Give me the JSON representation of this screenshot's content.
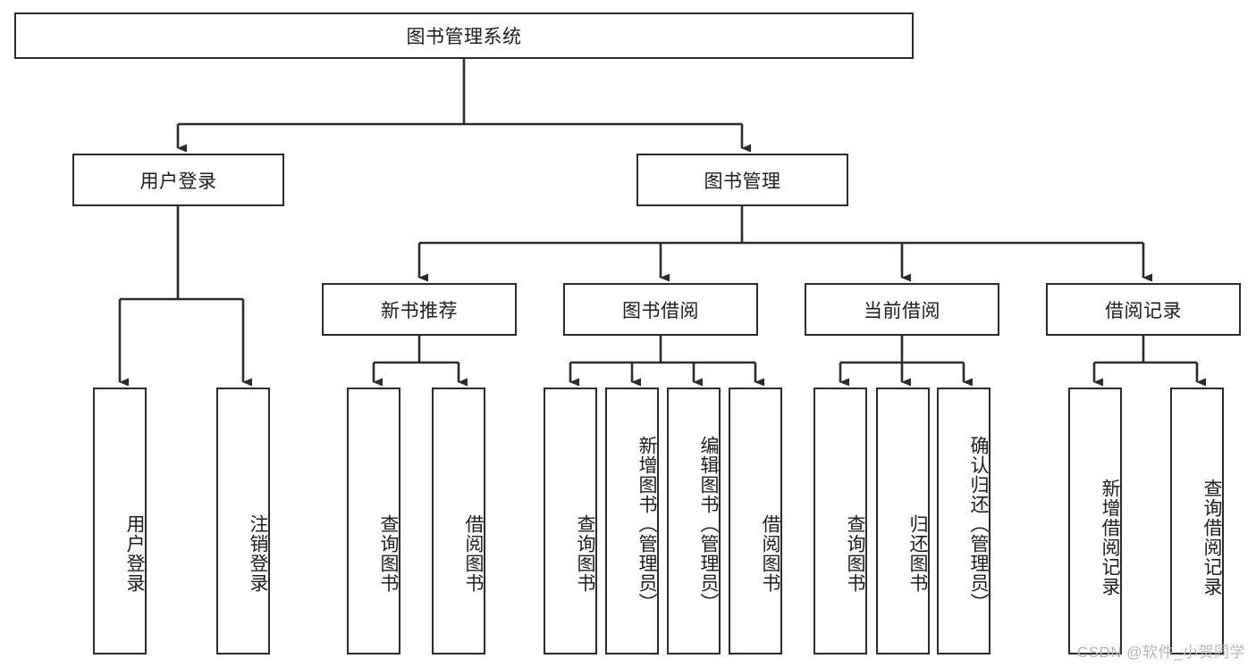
{
  "diagram": {
    "title": "图书管理系统",
    "type": "tree-hierarchy-diagram",
    "watermark": "CSDN @软件_小贺同学",
    "colors": {
      "stroke": "#2b2b2b",
      "fill": "#ffffff",
      "text": "#1d1d1d",
      "watermark": "#b6b6b6"
    },
    "levels": {
      "root": {
        "label": "图书管理系统"
      },
      "level1": [
        {
          "id": "user-login",
          "label": "用户登录"
        },
        {
          "id": "book-management",
          "label": "图书管理"
        }
      ],
      "level2": [
        {
          "id": "new-book-recommend",
          "label": "新书推荐",
          "parent": "book-management"
        },
        {
          "id": "book-borrow",
          "label": "图书借阅",
          "parent": "book-management"
        },
        {
          "id": "current-borrow",
          "label": "当前借阅",
          "parent": "book-management"
        },
        {
          "id": "borrow-record",
          "label": "借阅记录",
          "parent": "book-management"
        }
      ],
      "leaves": [
        {
          "id": "leaf-user-login",
          "label": "用户登录",
          "parent": "user-login"
        },
        {
          "id": "leaf-logout-login",
          "label": "注销登录",
          "parent": "user-login"
        },
        {
          "id": "leaf-query-book-1",
          "label": "查询图书",
          "parent": "new-book-recommend"
        },
        {
          "id": "leaf-borrow-book-1",
          "label": "借阅图书",
          "parent": "new-book-recommend"
        },
        {
          "id": "leaf-query-book-2",
          "label": "查询图书",
          "parent": "book-borrow"
        },
        {
          "id": "leaf-add-book-admin",
          "label": "新增图书（管理员）",
          "parent": "book-borrow"
        },
        {
          "id": "leaf-edit-book-admin",
          "label": "编辑图书（管理员）",
          "parent": "book-borrow"
        },
        {
          "id": "leaf-borrow-book-2",
          "label": "借阅图书",
          "parent": "book-borrow"
        },
        {
          "id": "leaf-query-book-3",
          "label": "查询图书",
          "parent": "current-borrow"
        },
        {
          "id": "leaf-return-book",
          "label": "归还图书",
          "parent": "current-borrow"
        },
        {
          "id": "leaf-confirm-return-admin",
          "label": "确认归还（管理员）",
          "parent": "current-borrow"
        },
        {
          "id": "leaf-add-borrow-record",
          "label": "新增借阅记录",
          "parent": "borrow-record"
        },
        {
          "id": "leaf-query-borrow-record",
          "label": "查询借阅记录",
          "parent": "borrow-record"
        }
      ]
    }
  }
}
